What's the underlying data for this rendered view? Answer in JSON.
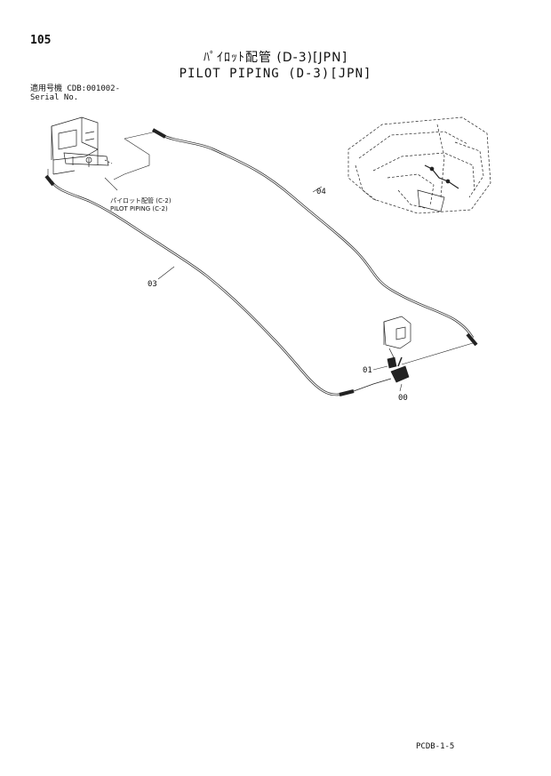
{
  "page": {
    "number": "105",
    "title_jp": "ﾊﾟｲﾛｯﾄ配管 (D-3)[JPN]",
    "title_en": "PILOT PIPING (D-3)[JPN]",
    "serial_label_jp": "適用号機  CDB:001002-",
    "serial_label_en": "Serial No.",
    "footer_code": "PCDB-1-5"
  },
  "callouts": {
    "ref_jp": "パイロット配管 (C-2)",
    "ref_en": "PILOT PIPING (C-2)",
    "part_04": "04",
    "part_03": "03",
    "part_01": "01",
    "part_00": "00"
  }
}
